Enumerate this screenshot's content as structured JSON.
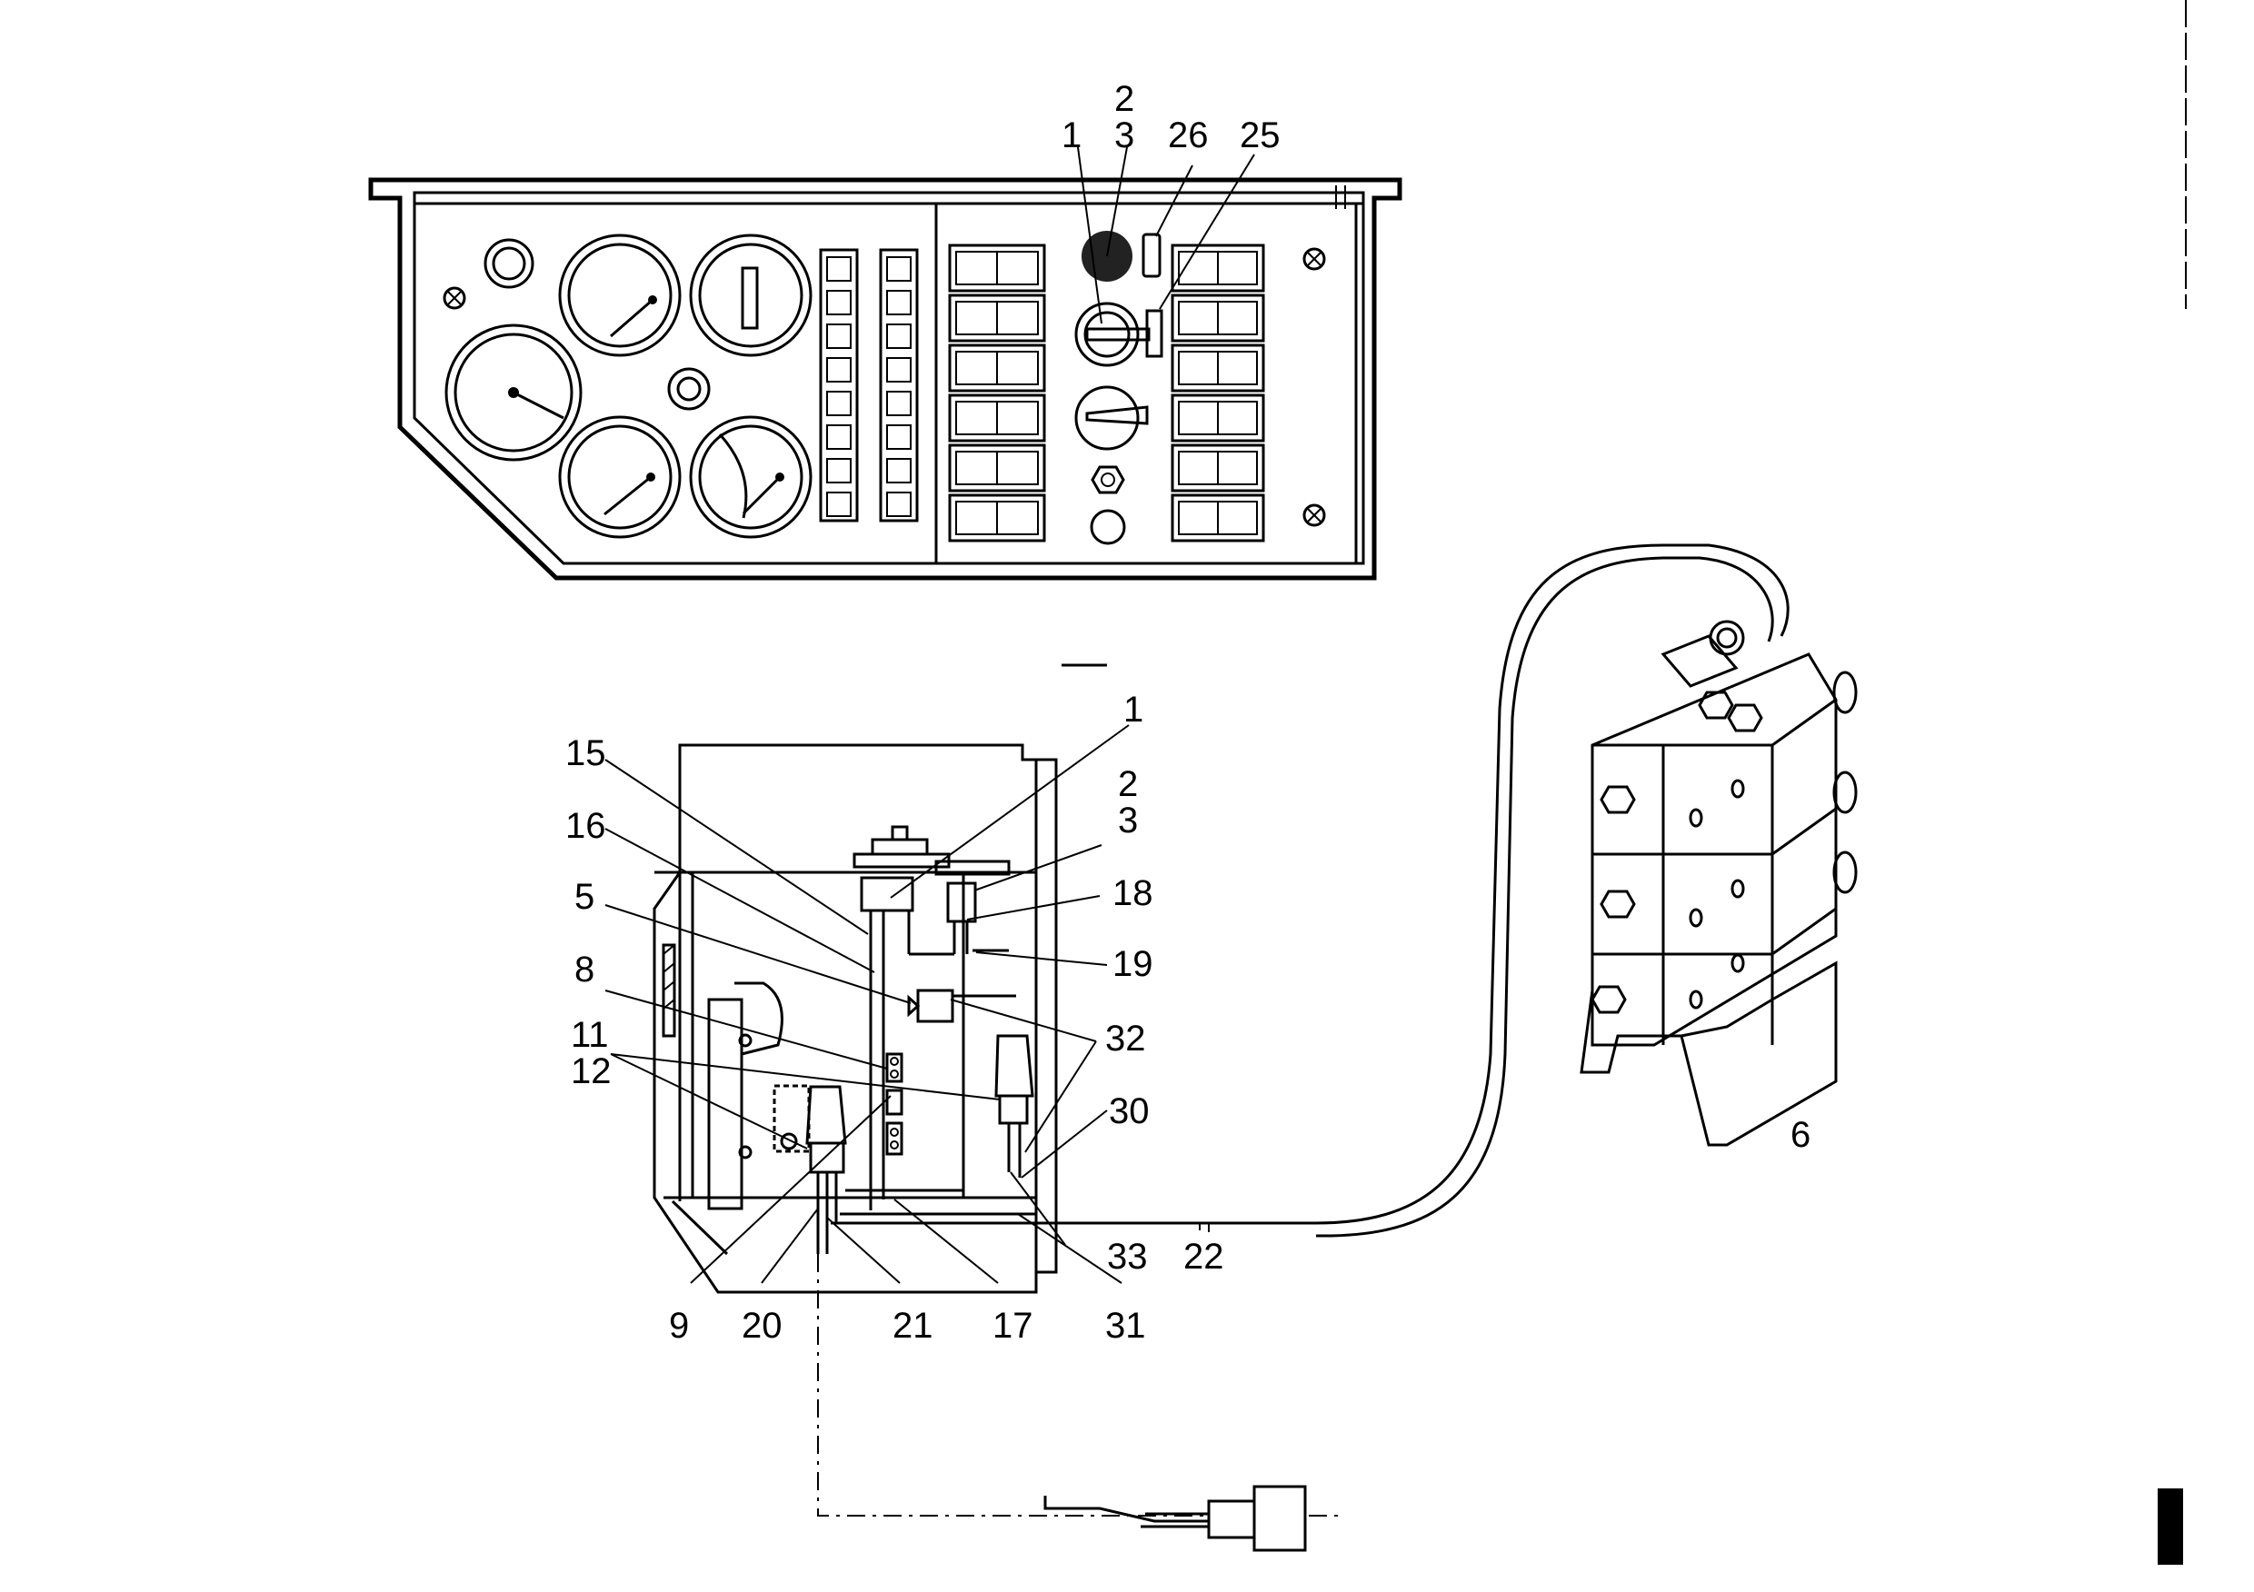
{
  "callouts": {
    "panel": {
      "l1": "1",
      "l2": "2",
      "l3": "3",
      "l26": "26",
      "l25": "25"
    },
    "box": {
      "l1": "1",
      "l2": "2",
      "l3": "3",
      "l15": "15",
      "l16": "16",
      "l5": "5",
      "l18": "18",
      "l19": "19",
      "l8": "8",
      "l32": "32",
      "l11": "11",
      "l12": "12",
      "l30": "30",
      "l33": "33",
      "l22": "22",
      "l9": "9",
      "l20": "20",
      "l21": "21",
      "l17": "17",
      "l31": "31"
    },
    "valve": {
      "l6": "6"
    }
  },
  "icons": [
    "gauge-icon",
    "switch-icon",
    "bolt-icon",
    "key-switch-icon",
    "solenoid-valve-icon",
    "connector-icon"
  ]
}
